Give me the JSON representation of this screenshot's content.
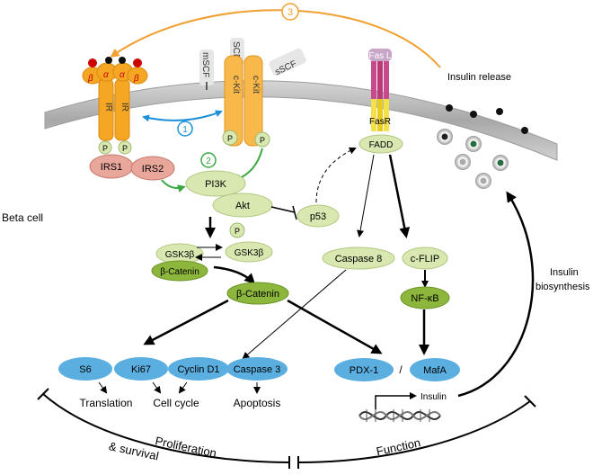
{
  "labels": {
    "step1": "1",
    "step2": "2",
    "step3": "3",
    "msCF": "mSCF",
    "scf": "SCF",
    "sscf": "sSCF",
    "ckit": "c-Kit",
    "ir": "IR",
    "alpha": "α",
    "beta": "β",
    "p": "P",
    "irs1": "IRS1",
    "irs2": "IRS2",
    "pi3k": "PI3K",
    "akt": "Akt",
    "p53": "p53",
    "fasl": "Fas L",
    "fasr": "FasR",
    "fadd": "FADD",
    "insulin_release": "Insulin release",
    "beta_cell": "Beta cell",
    "gsk3b": "GSK3β",
    "beta_catenin": "β-Catenin",
    "caspase8": "Caspase 8",
    "cflip": "c-FLIP",
    "nfkb": "NF-κB",
    "s6": "S6",
    "ki67": "Ki67",
    "cyclin_d1": "Cyclin D1",
    "caspase3": "Caspase 3",
    "pdx1": "PDX-1",
    "slash": "/",
    "mafa": "MafA",
    "translation": "Translation",
    "cell_cycle": "Cell cycle",
    "apoptosis": "Apoptosis",
    "insulin": "Insulin",
    "insulin_biosynthesis_1": "Insulin",
    "insulin_biosynthesis_2": "biosynthesis",
    "proliferation_1": "Proliferation",
    "proliferation_2": "& survival",
    "function": "Function"
  },
  "colors": {
    "membrane": "#b8b8b8",
    "receptor_orange": "#f5a623",
    "ckit_orange": "#f8b84a",
    "irs_pink": "#e8a79a",
    "light_green": "#d9e8b0",
    "dark_green": "#8db63c",
    "blue": "#5aaee0",
    "fasl_purple": "#c84a8a",
    "fasr_yellow": "#f3e04a",
    "arrow_orange": "#f0a030",
    "arrow_blue": "#1a90d8",
    "arrow_green": "#3aa840"
  }
}
